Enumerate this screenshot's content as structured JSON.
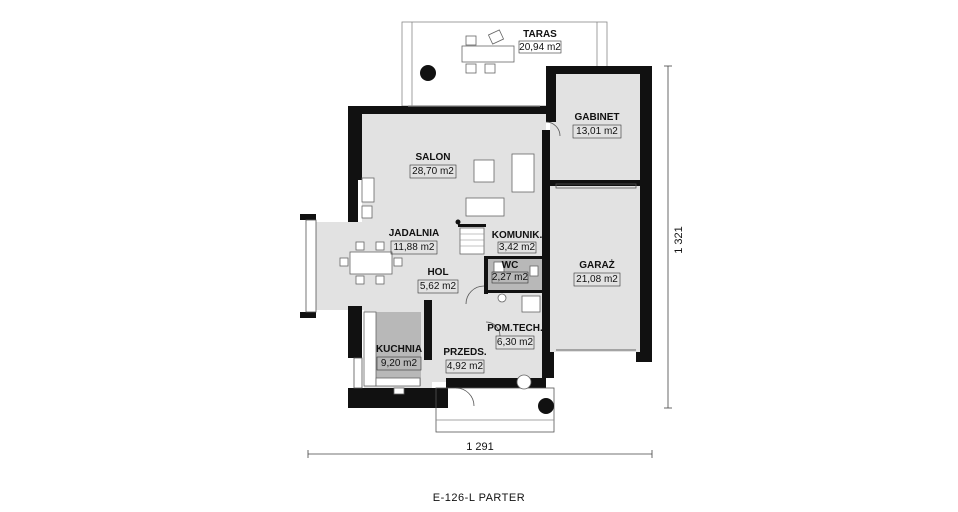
{
  "caption": "E-126-L PARTER",
  "dimensions": {
    "width": "1 291",
    "height": "1 321"
  },
  "rooms": {
    "taras": {
      "name": "TARAS",
      "area": "20,94 m2"
    },
    "gabinet": {
      "name": "GABINET",
      "area": "13,01 m2"
    },
    "salon": {
      "name": "SALON",
      "area": "28,70 m2"
    },
    "jadalnia": {
      "name": "JADALNIA",
      "area": "11,88 m2"
    },
    "komunik": {
      "name": "KOMUNIK.",
      "area": "3,42 m2"
    },
    "wc": {
      "name": "WC",
      "area": "2,27 m2"
    },
    "hol": {
      "name": "HOL",
      "area": "5,62 m2"
    },
    "garaz": {
      "name": "GARAŻ",
      "area": "21,08 m2"
    },
    "pomtech": {
      "name": "POM.TECH.",
      "area": "6,30 m2"
    },
    "kuchnia": {
      "name": "KUCHNIA",
      "area": "9,20 m2"
    },
    "przeds": {
      "name": "PRZEDS.",
      "area": "4,92 m2"
    }
  },
  "fills": {
    "room": "#e2e2e2",
    "dark_room": "#b8b8b8",
    "wall": "#111111"
  }
}
